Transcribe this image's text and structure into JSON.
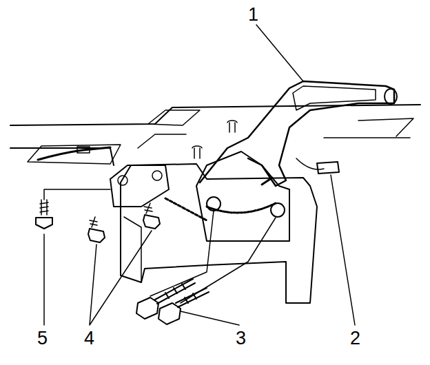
{
  "diagram": {
    "labels": [
      "1",
      "5",
      "4",
      "3",
      "2"
    ]
  }
}
